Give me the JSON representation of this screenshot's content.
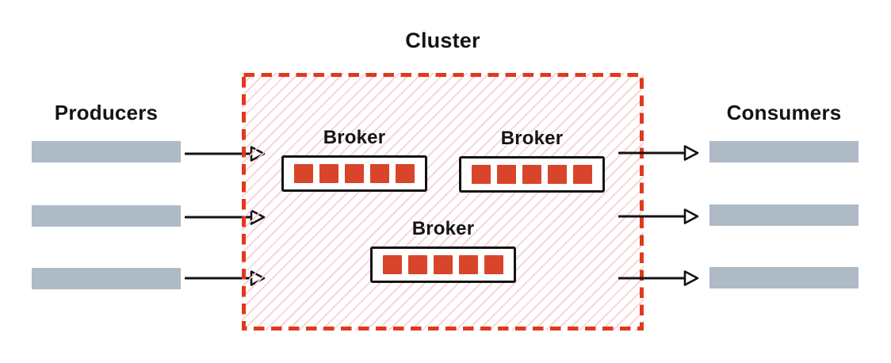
{
  "diagram": {
    "title": "Cluster",
    "producers": {
      "label": "Producers",
      "stream_count": 3
    },
    "consumers": {
      "label": "Consumers",
      "stream_count": 3
    },
    "cluster": {
      "brokers": [
        {
          "label": "Broker",
          "partition_count": 5
        },
        {
          "label": "Broker",
          "partition_count": 5
        },
        {
          "label": "Broker",
          "partition_count": 5
        }
      ]
    },
    "flows": {
      "producer_arrow_count": 3,
      "consumer_arrow_count": 3
    },
    "colors": {
      "cluster_border": "#e0391c",
      "cluster_hatch": "#f9ced4",
      "partition_red": "#d9452b",
      "stream_bar_gray": "#aebac5",
      "text": "#141414",
      "broker_border": "#131313",
      "arrow": "#131313"
    }
  }
}
